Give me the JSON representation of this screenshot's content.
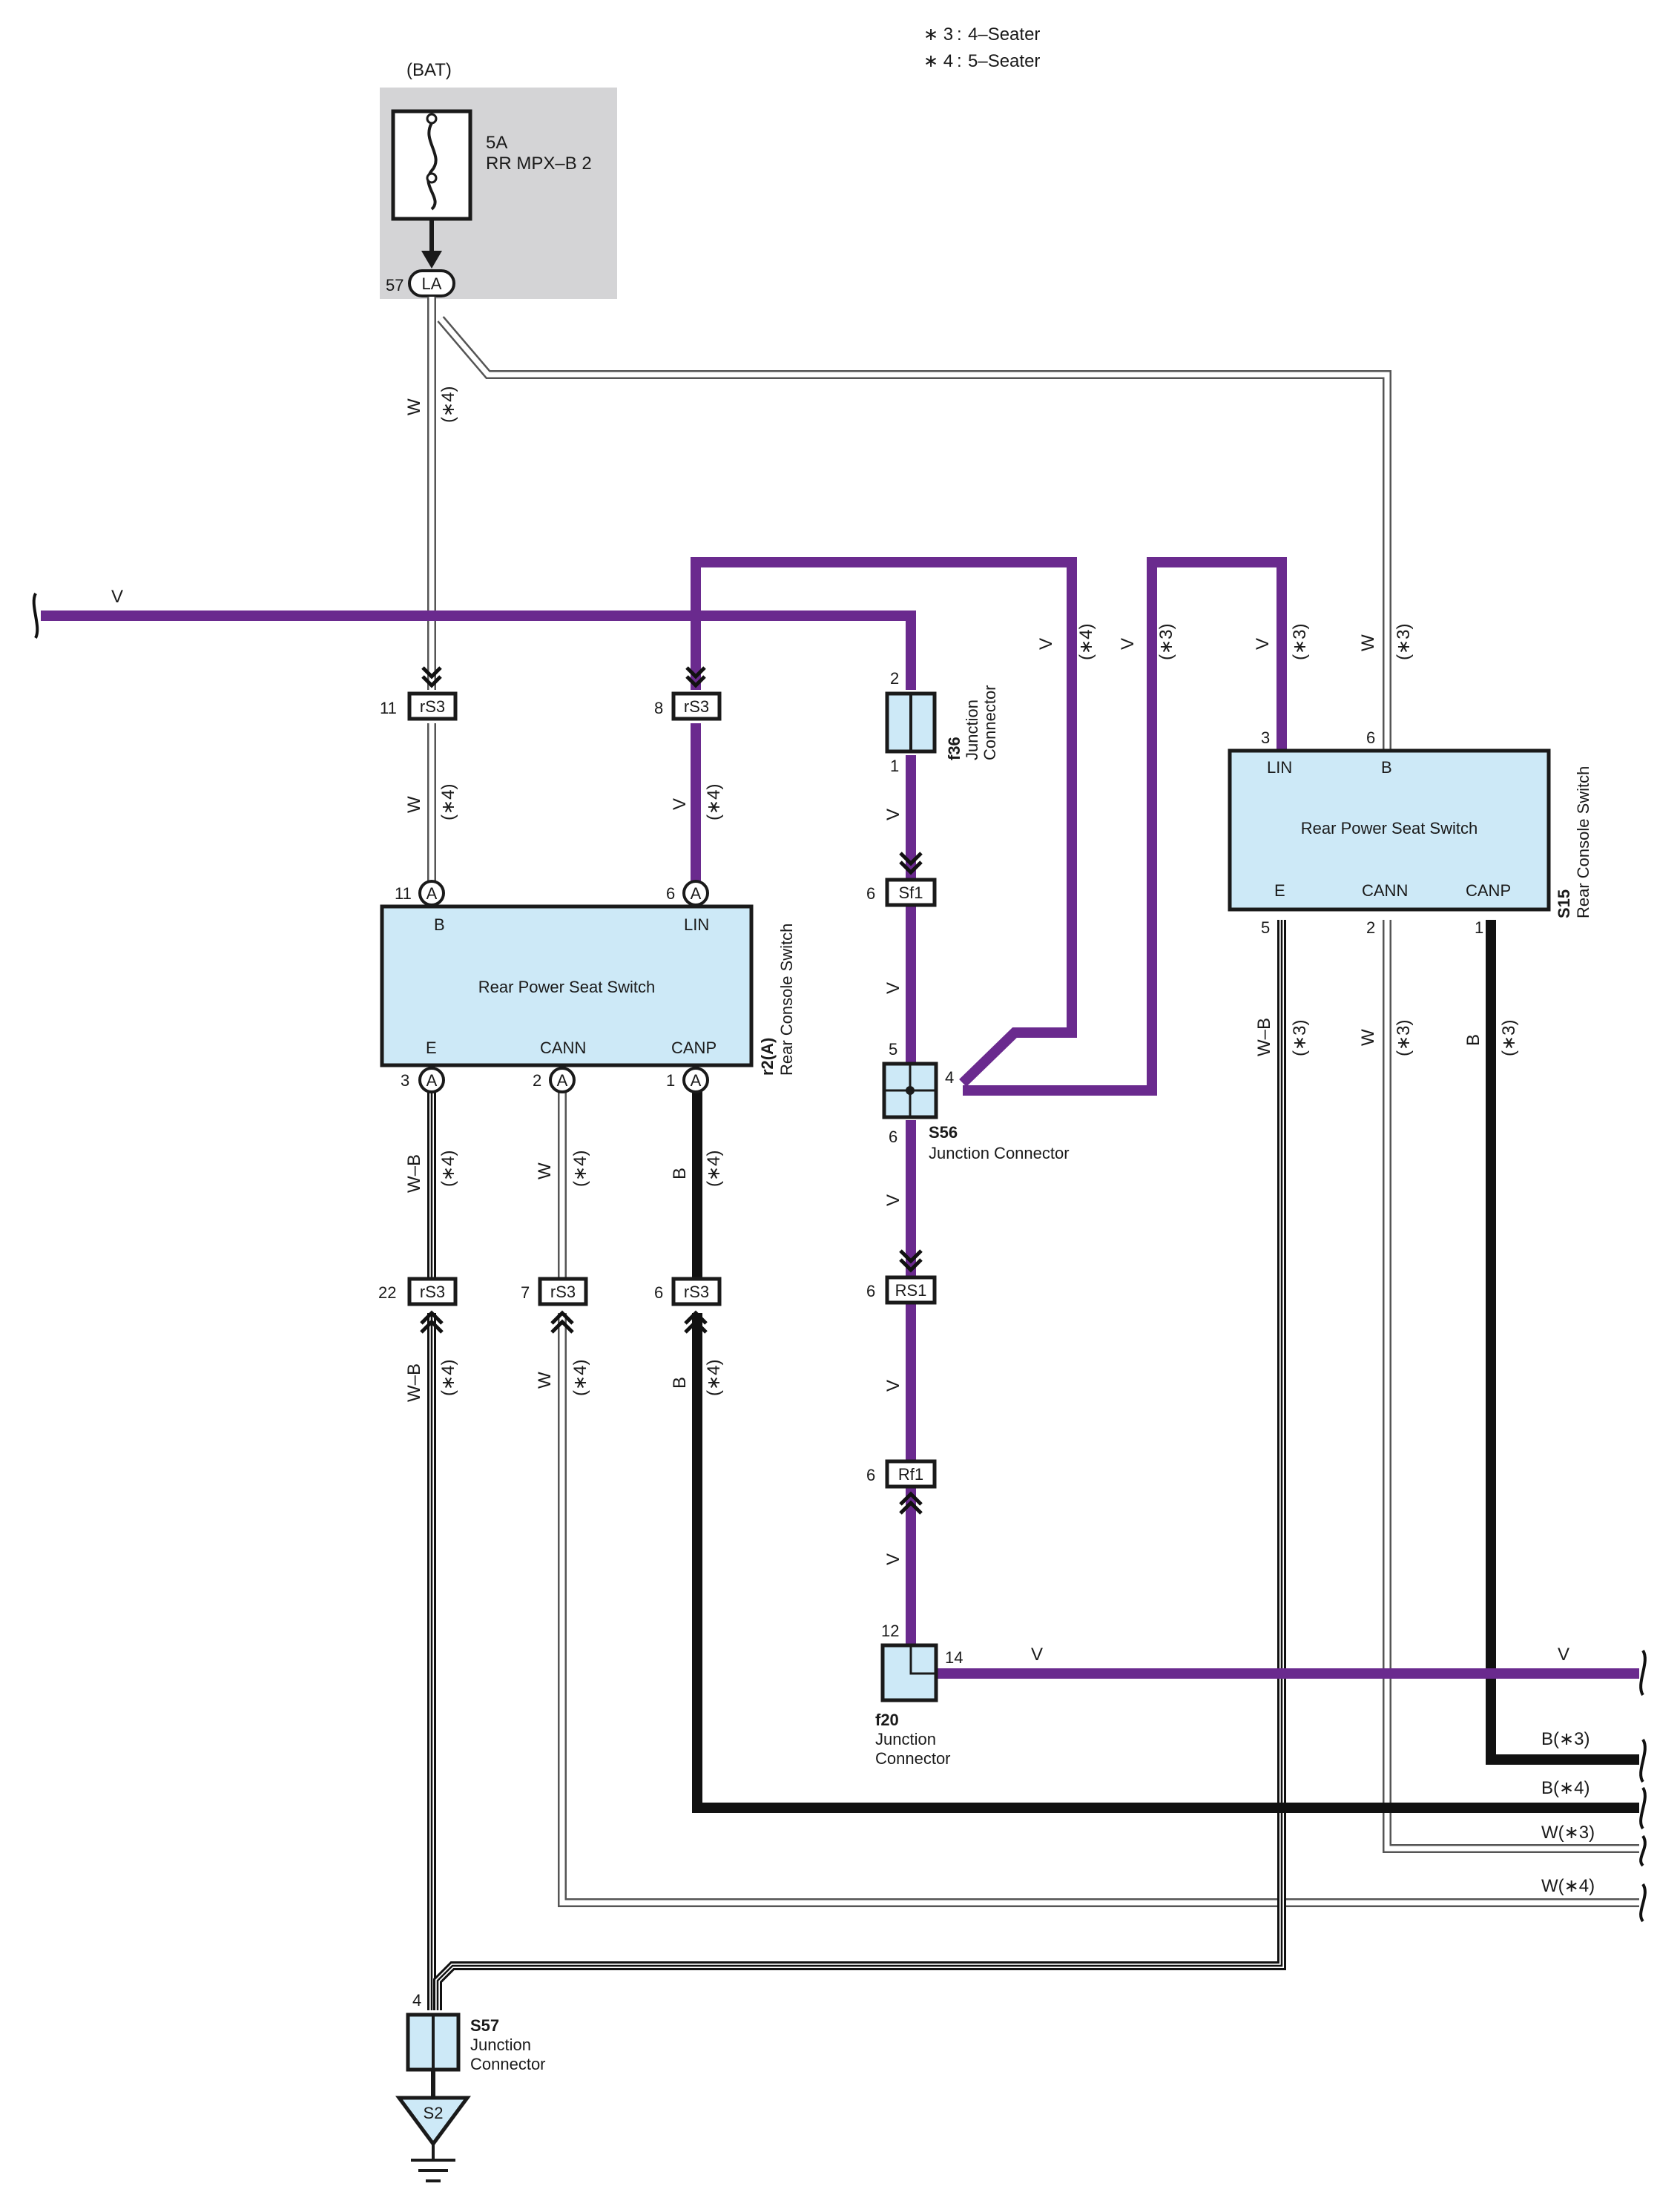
{
  "legend": [
    {
      "mark": "∗ 3",
      "meaning": "4–Seater"
    },
    {
      "mark": "∗ 4",
      "meaning": "5–Seater"
    }
  ],
  "fuse": {
    "supply": "(BAT)",
    "rating": "5A",
    "name": "RR MPX–B 2",
    "terminal_pin": "57",
    "terminal": "LA"
  },
  "wire_colors": {
    "V": "#6a2a8e",
    "B": "#111111",
    "W": "#ffffff"
  },
  "wire_labels": {
    "w": "W",
    "v": "V",
    "b": "B",
    "wb": "W–B",
    "s3": "(∗3)",
    "s4": "(∗4)",
    "b_s3": "B(∗3)",
    "b_s4": "B(∗4)",
    "w_s3": "W(∗3)",
    "w_s4": "W(∗4)"
  },
  "connectors": {
    "rs3": "rS3",
    "sf1": "Sf1",
    "rs1": "RS1",
    "rf1": "Rf1",
    "a": "A"
  },
  "pins": {
    "rs3_11": "11",
    "rs3_8": "8",
    "rs3_22": "22",
    "rs3_7": "7",
    "rs3_6": "6",
    "a_11": "11",
    "a_6": "6",
    "a_3": "3",
    "a_2": "2",
    "a_1": "1",
    "f36_2": "2",
    "f36_1": "1",
    "sf1_6": "6",
    "s56_5": "5",
    "s56_4": "4",
    "s56_6": "6",
    "rs1_6": "6",
    "rf1_6": "6",
    "f20_12": "12",
    "f20_14": "14",
    "s15_3": "3",
    "s15_6": "6",
    "s15_5": "5",
    "s15_2": "2",
    "s15_1": "1",
    "s57_4": "4"
  },
  "switch_left": {
    "title": "Rear Power Seat Switch",
    "code": "r2(A)",
    "desc": "Rear Console Switch",
    "term_b": "B",
    "term_lin": "LIN",
    "term_e": "E",
    "term_cann": "CANN",
    "term_canp": "CANP"
  },
  "switch_right": {
    "title": "Rear Power Seat Switch",
    "code": "S15",
    "desc": "Rear Console Switch",
    "term_lin": "LIN",
    "term_b": "B",
    "term_e": "E",
    "term_cann": "CANN",
    "term_canp": "CANP"
  },
  "junction_f36": {
    "code": "f36",
    "line1": "Junction",
    "line2": "Connector"
  },
  "junction_s56": {
    "code": "S56",
    "desc": "Junction Connector"
  },
  "junction_f20": {
    "code": "f20",
    "line1": "Junction",
    "line2": "Connector"
  },
  "junction_s57": {
    "code": "S57",
    "line1": "Junction",
    "line2": "Connector"
  },
  "ground": {
    "code": "S2"
  }
}
